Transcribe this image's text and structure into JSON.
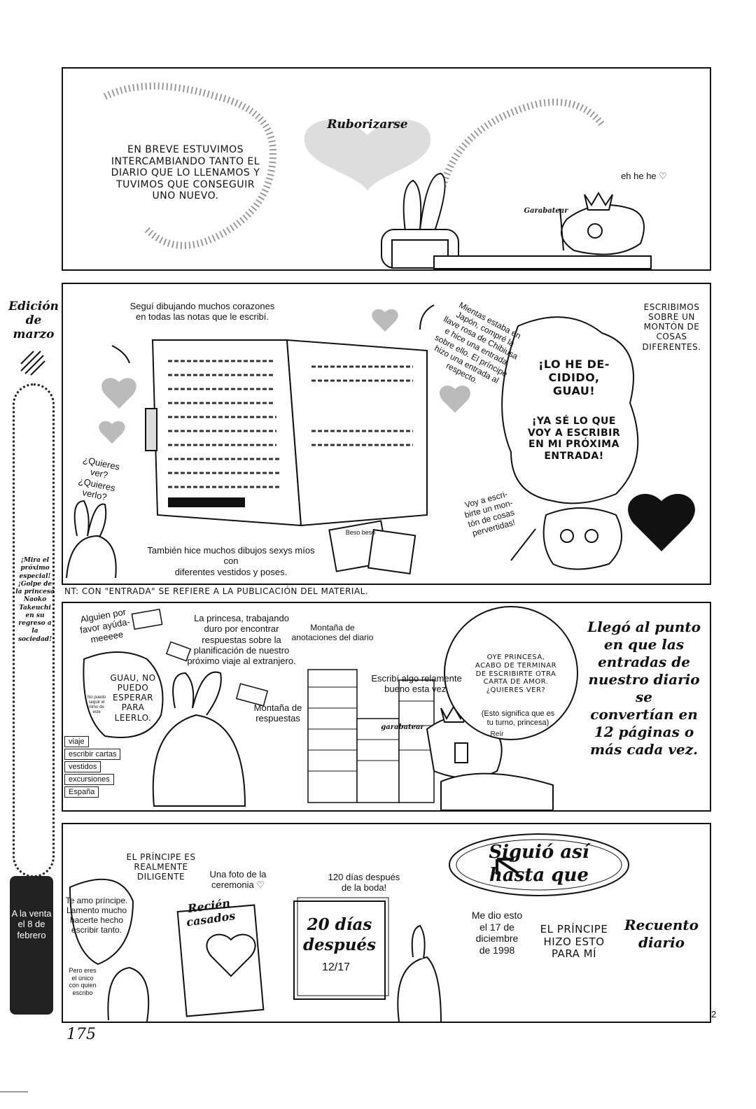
{
  "side": {
    "edition": "Edición de marzo",
    "promo": "¡Mira el próximo especial! ¡Golpe de la princesa Naoko Takeuchi en su regreso a la sociedad!",
    "sale": "A la venta el 8 de febrero"
  },
  "panel1": {
    "title": "Ruborizarse",
    "narration": "EN BREVE ESTUVIMOS\nINTERCAMBIANDO TANTO EL\nDIARIO QUE LO LLENAMOS Y\nTUVIMOS QUE CONSEGUIR\nUNO NUEVO.",
    "laugh": "eh he he ♡",
    "scribble": "Garabatear"
  },
  "panel2": {
    "hearts_note": "Seguí dibujando muchos corazones\nen todas las notas que le escribí.",
    "want_see": "¿Quieres ver?\n¿Quieres\nverlo?",
    "drawings_note": "También hice muchos dibujos sexys míos con\ndiferentes vestidos y poses.",
    "japan_note": "Mientas estaba en\nJapón, compré la\nllave rosa de Chibiusa\ne hice una entrada\nsobre ello. El príncipe\nhizo una entrada al\nrespecto.",
    "kiss": "Beso beso",
    "bubble_a": "¡LO HE DE-\nCIDIDO, GUAU!",
    "bubble_b": "¡YA SÉ LO QUE\nVOY A ESCRIBIR\nEN MI PRÓXIMA\nENTRADA!",
    "wrote_note": "ESCRIBIMOS\nSOBRE UN\nMONTÓN DE\nCOSAS\nDIFERENTES.",
    "pervert_note": "Voy a escri-\nbirte un mon-\ntón de cosas\npervertidas!"
  },
  "tl_note": "NT: CON \"ENTRADA\" SE REFIERE A LA PUBLICACIÓN DEL MATERIAL.",
  "panel3": {
    "help": "Alguien por\nfavor ayúda-\nmeeeee",
    "cant_wait": "GUAU, NO\nPUEDO\nESPERAR\nPARA\nLEERLO.",
    "tiny": "No puedo\nseguir el\nritmo de\neste",
    "princess_note": "La princesa, trabajando\nduro por encontrar\nrespuestas sobre la\nplanificación de nuestro\npróximo viaje al extranjero.",
    "mountain_notes": "Montaña de\nanotaciones del diario",
    "mountain_answers": "Montaña de\nrespuestas",
    "wrote_good": "Escribí algo relamente\nbueno esta vez.",
    "scribble": "garabatear",
    "bubble": "OYE PRINCESA,\nACABO DE TERMINAR\nDE ESCRIBIRTE OTRA\nCARTA DE AMOR.\n¿QUIERES VER?",
    "bubble_small": "(Esto significa que es\ntu turno, princesa)",
    "laugh": "Reír",
    "tags": [
      "viaje",
      "escribir cartas",
      "vestidos",
      "excursiones",
      "España"
    ],
    "big": "Llegó al punto\nen que las\nentradas de\nnuestro diario se\nconvertían en\n12 páginas o\nmás cada vez."
  },
  "panel4": {
    "title": "Siguió así\nhasta que",
    "diligent": "EL PRÍNCIPE ES\nREALMENTE\nDILIGENTE",
    "photo": "Una foto de la\nceremonia ♡",
    "newlyweds": "Recién\ncasados",
    "days120": "120 días después\nde la boda!",
    "days20": "20 días\ndespués",
    "date": "12/17",
    "love": "Te amo príncipe.\nLamento mucho\nhacerte hecho\nescribir tanto.",
    "only": "Pero eres\nel único\ncon quien\nescribo",
    "gave": "Me dio esto\nel 17 de\ndiciembre\nde 1998",
    "made": "EL PRÍNCIPE\nHIZO ESTO\nPARA MÍ",
    "count": "Recuento\ndiario"
  },
  "page_number": "175",
  "corner_number": "2"
}
